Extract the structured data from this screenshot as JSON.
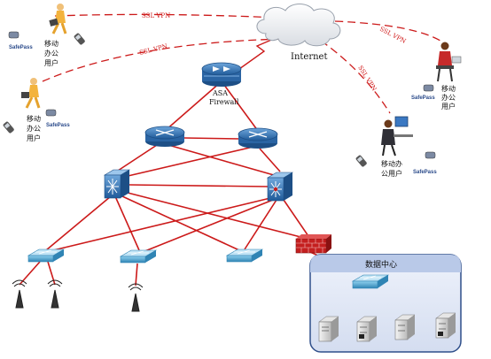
{
  "colors": {
    "link": "#cc1a1a",
    "device_blue": "#2f6fb0",
    "device_dark": "#1d4f86",
    "switch_teal": "#3f9ac4",
    "firewall_red": "#c41f1f",
    "datacenter_bg": "#dfe7f6",
    "datacenter_header": "#b9c9e8"
  },
  "internet": {
    "label": "Internet"
  },
  "firewall": {
    "label_line1": "ASA",
    "label_line2": "Firewall"
  },
  "vpn_links": [
    {
      "label": "SSL VPN"
    },
    {
      "label": "SSL VPN"
    },
    {
      "label": "SSL VPN"
    },
    {
      "label": "SSL VPN"
    }
  ],
  "users": [
    {
      "label_line1": "移动",
      "label_line2": "办公",
      "label_line3": "用户",
      "token": "SafePass"
    },
    {
      "label_line1": "移动",
      "label_line2": "办公",
      "label_line3": "用户",
      "token": "SafePass"
    },
    {
      "label_line1": "移动",
      "label_line2": "办公",
      "label_line3": "用户",
      "token": "SafePass"
    },
    {
      "label_line1": "移动办",
      "label_line2": "公用户",
      "token": "SafePass"
    }
  ],
  "datacenter": {
    "title": "数据中心"
  },
  "icons": [
    "cloud-icon",
    "firewall-router-icon",
    "router-icon",
    "layer3-switch-icon",
    "access-switch-icon",
    "wireless-ap-icon",
    "brick-firewall-icon",
    "server-icon",
    "mobile-user-icon",
    "phone-icon",
    "token-icon"
  ]
}
